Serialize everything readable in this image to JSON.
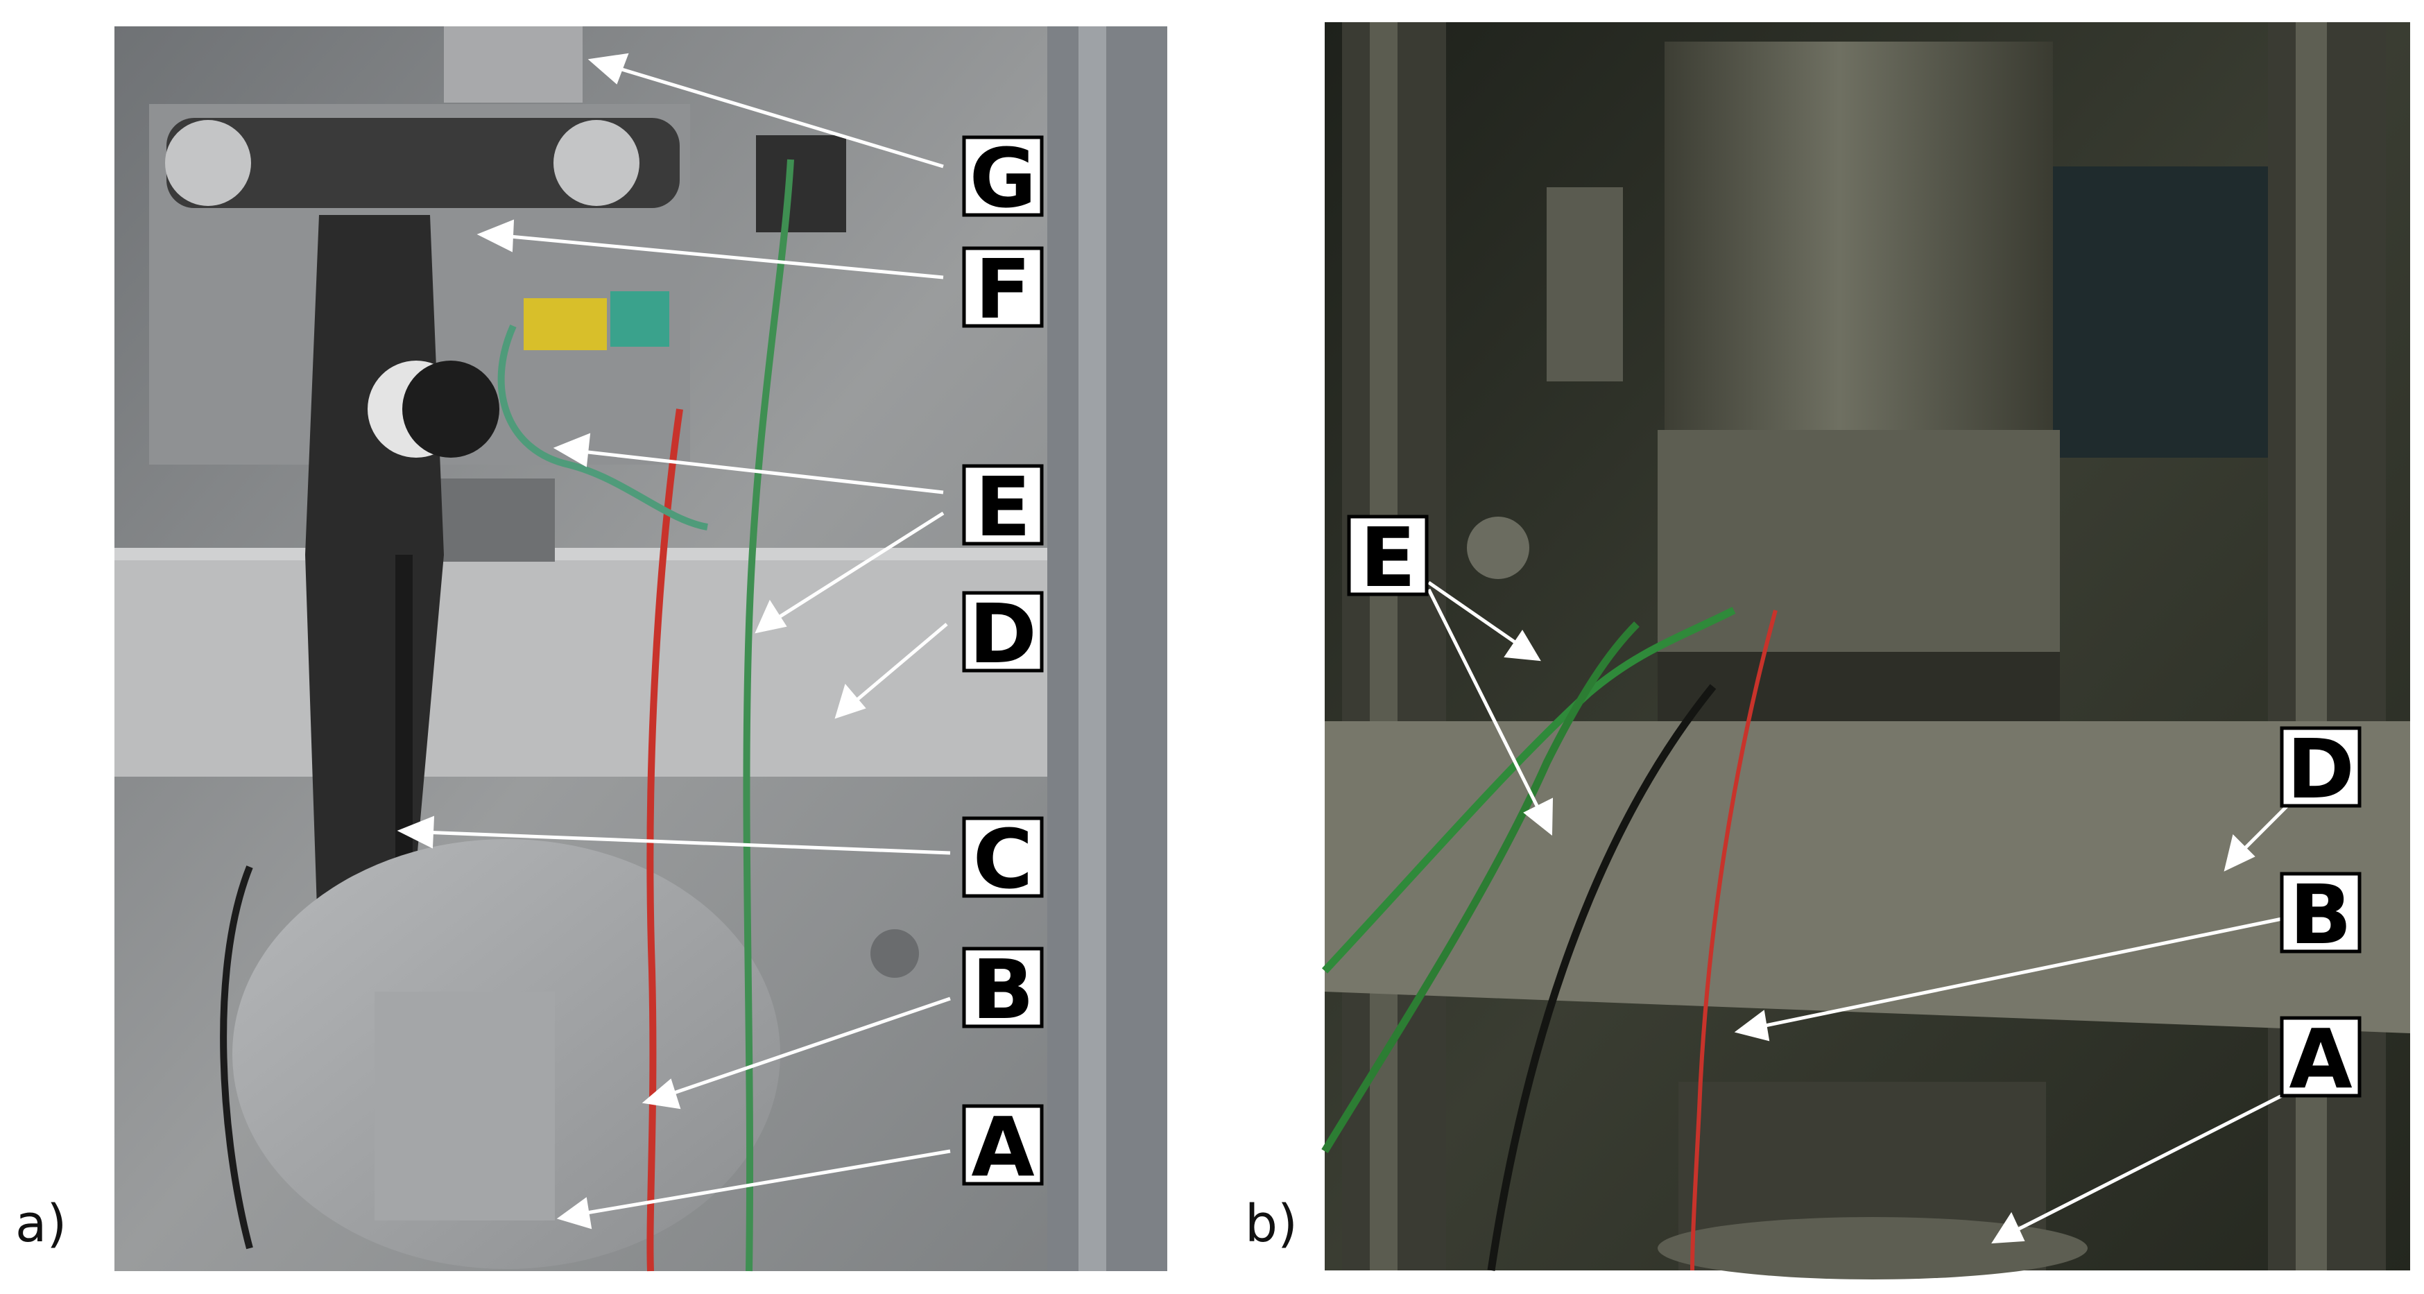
{
  "panels": [
    {
      "id": "a",
      "label": "a)",
      "callouts": [
        "G",
        "F",
        "E",
        "D",
        "C",
        "B",
        "A"
      ]
    },
    {
      "id": "b",
      "label": "b)",
      "callouts": [
        "E",
        "D",
        "B",
        "A"
      ]
    }
  ],
  "colors": {
    "wire_red": "#c8332b",
    "wire_green": "#3f8f52",
    "panel_a_background": "#8a8c8e",
    "panel_b_background": "#2c2f27",
    "bracket": "#2b2b2b",
    "thermocouple_plug": "#d8bf2a"
  }
}
